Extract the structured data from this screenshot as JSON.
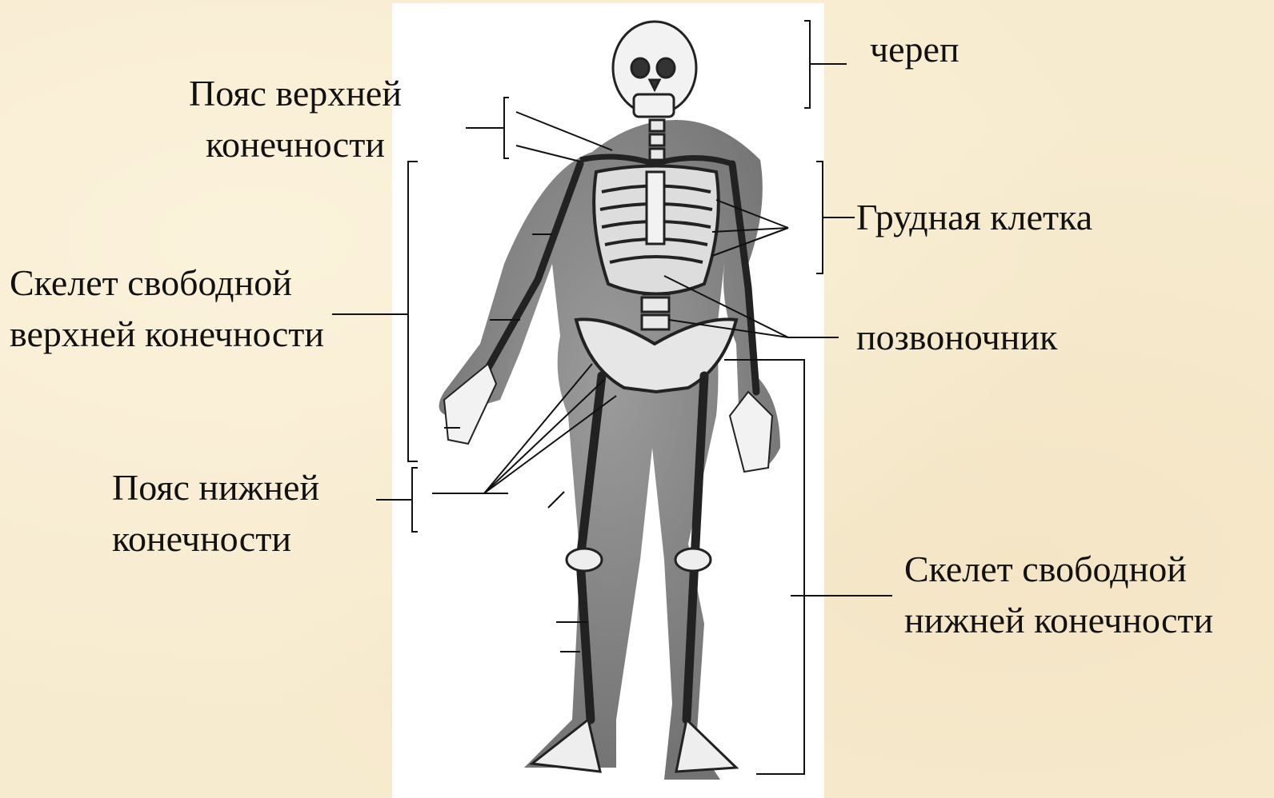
{
  "header": {
    "title_fragment": ""
  },
  "colors": {
    "background": "#f7ebcf",
    "label_text": "#111111",
    "heading": "#2b22b8",
    "figure_panel": "#ffffff"
  },
  "figure": {
    "image": "human-skeleton-illustration"
  },
  "labels": {
    "skull": {
      "lines": [
        "череп"
      ]
    },
    "shoulder_girdle": {
      "lines": [
        "Пояс верхней",
        "конечности"
      ]
    },
    "thorax": {
      "lines": [
        "Грудная клетка"
      ]
    },
    "upper_limb": {
      "lines": [
        "Скелет свободной",
        "верхней конечности"
      ]
    },
    "spine": {
      "lines": [
        "позвоночник"
      ]
    },
    "pelvic_girdle": {
      "lines": [
        "Пояс нижней",
        "конечности"
      ]
    },
    "lower_limb": {
      "lines": [
        "Скелет свободной",
        "нижней конечности"
      ]
    }
  }
}
